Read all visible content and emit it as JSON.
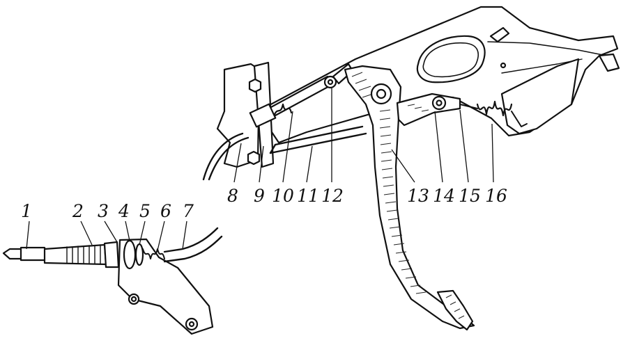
{
  "colors": {
    "ink": "#111111",
    "paper": "#ffffff"
  },
  "callouts": [
    "1",
    "2",
    "3",
    "4",
    "5",
    "6",
    "7",
    "8",
    "9",
    "10",
    "11",
    "12",
    "13",
    "14",
    "15",
    "16"
  ]
}
